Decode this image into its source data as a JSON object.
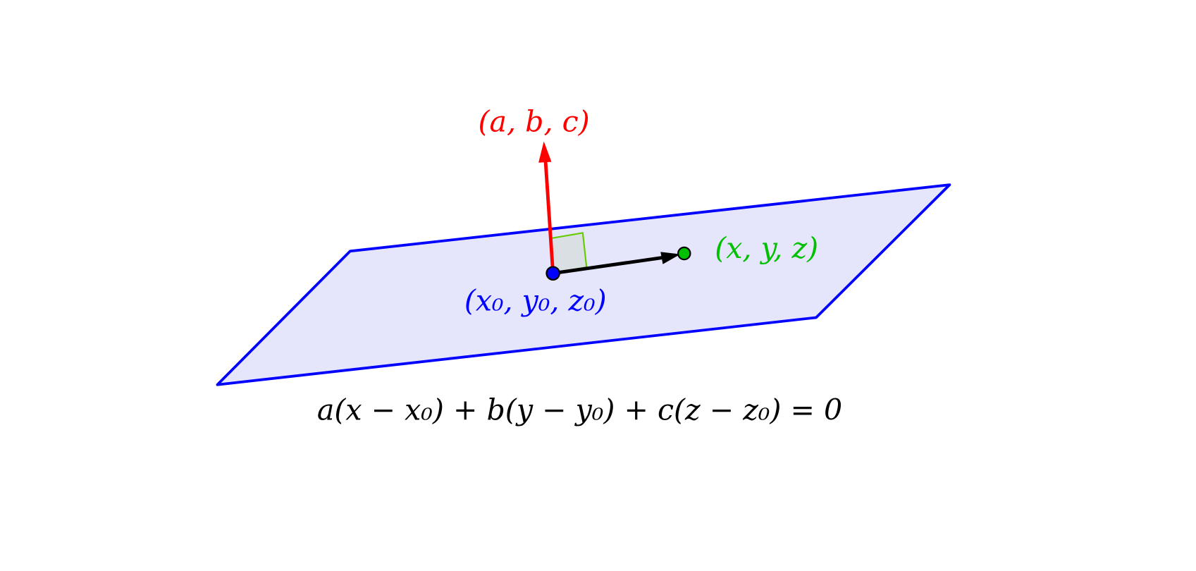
{
  "labels": {
    "normal_vector": "(a,  b,  c)",
    "base_point": "(x₀,  y₀,  z₀)",
    "other_point": "(x,  y,  z)",
    "equation": "a(x − x₀) + b(y − y₀) + c(z − z₀) = 0"
  },
  "colors": {
    "plane_edge": "#0000ff",
    "plane_fill": "#e5e5fb",
    "normal": "#ff0000",
    "other_point": "#00c000",
    "right_angle": "#66cc00",
    "vector": "#000000"
  }
}
